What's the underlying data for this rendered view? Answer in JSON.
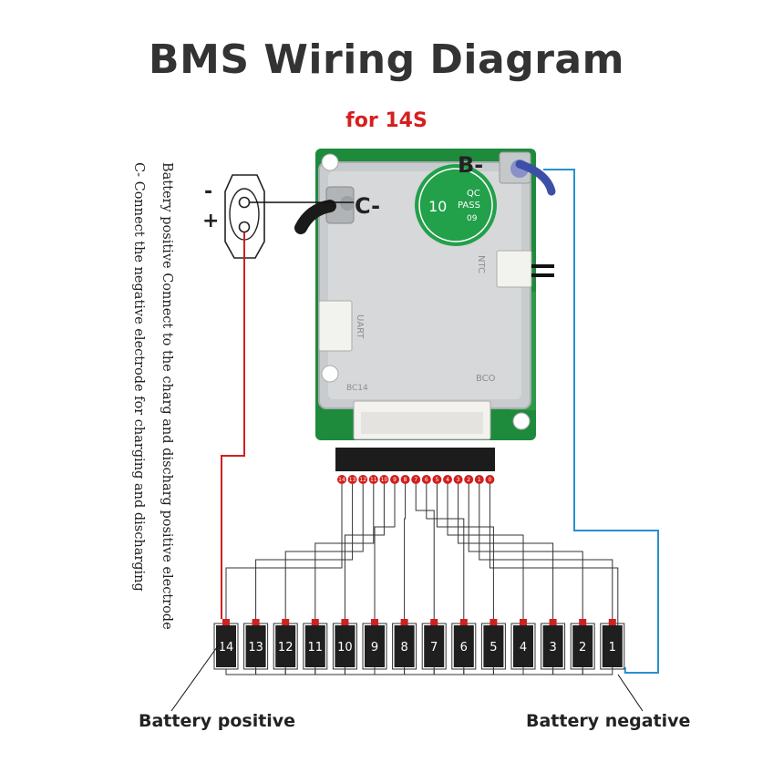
{
  "title": "BMS Wiring Diagram",
  "subtitle": "for 14S",
  "notes": {
    "battery_positive": "Battery  positive Connect to the charg and discharg positive electrode",
    "c_minus": "C- Connect the negative electrode for charging and discharging"
  },
  "terminals": {
    "b_minus": "B-",
    "c_minus": "C-",
    "connector_minus": "-",
    "connector_plus": "+"
  },
  "board": {
    "stamp_line1": "QC",
    "stamp_line2": "PASS",
    "stamp_line3": "09",
    "stamp_side": "10",
    "ntc": "NTC",
    "uart": "UART",
    "bco": "BCO",
    "model": "BC14"
  },
  "pins": [
    "14",
    "13",
    "12",
    "11",
    "10",
    "9",
    "8",
    "7",
    "6",
    "5",
    "4",
    "3",
    "2",
    "1",
    "0"
  ],
  "cells": [
    "14",
    "13",
    "12",
    "11",
    "10",
    "9",
    "8",
    "7",
    "6",
    "5",
    "4",
    "3",
    "2",
    "1"
  ],
  "labels": {
    "battery_positive": "Battery positive",
    "battery_negative": "Battery negative"
  },
  "colors": {
    "title": "#333333",
    "subtitle": "#d61f1f",
    "positive_wire": "#d02020",
    "negative_wire": "#2a8fd0",
    "board_metal": "#c9ccce",
    "pcb_green": "#1e8a3c"
  }
}
